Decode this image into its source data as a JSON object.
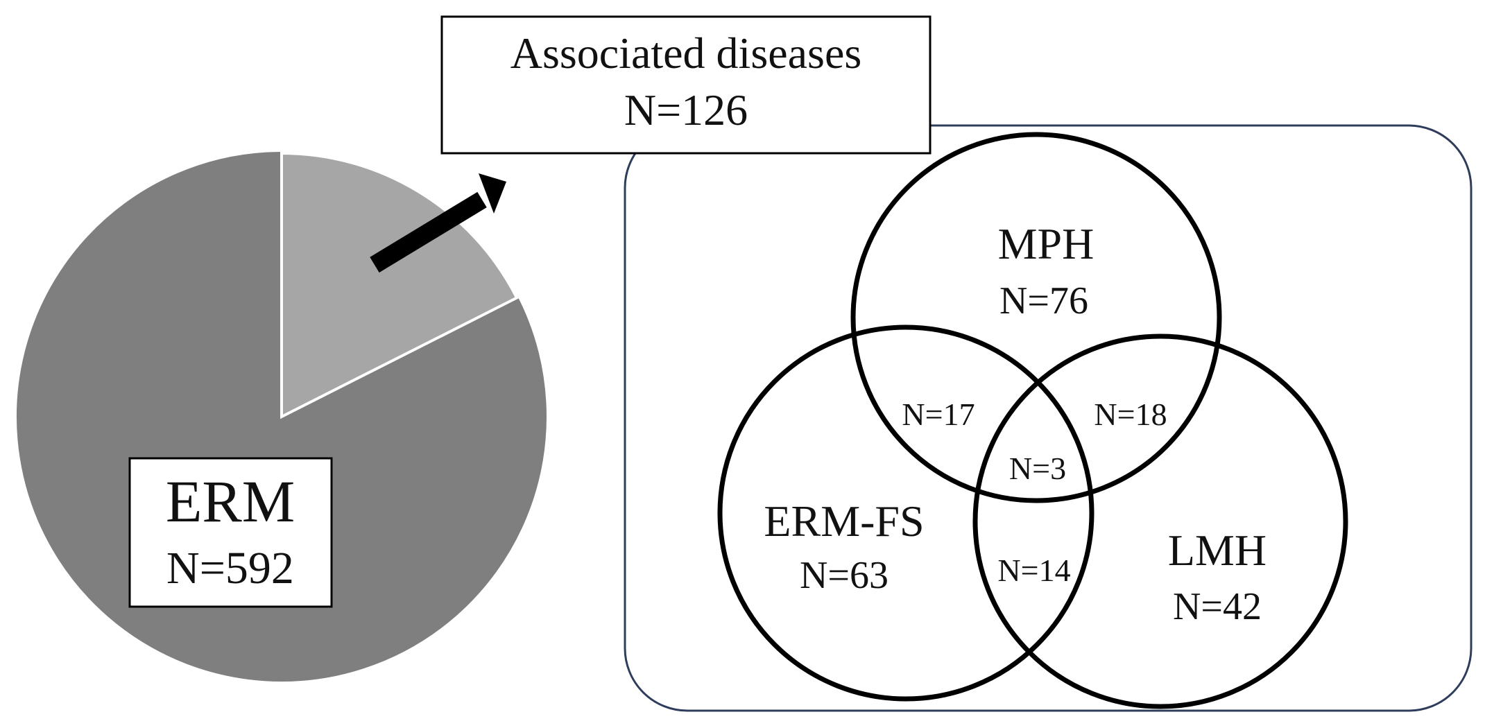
{
  "colors": {
    "pie_main": "#7f7f7f",
    "pie_slice": "#a6a6a6",
    "slice_edge": "#ffffff",
    "arrow": "#000000",
    "panel_border": "#2f3d5c",
    "circle_stroke": "#000000",
    "box_fill": "#ffffff",
    "box_stroke": "#000000"
  },
  "pie": {
    "slices": [
      {
        "name": "ERM",
        "count": 592
      },
      {
        "name": "Associated diseases",
        "count": 126
      }
    ]
  },
  "erm_box": {
    "title": "ERM",
    "count": "N=592"
  },
  "associated_box": {
    "title": "Associated diseases",
    "count": "N=126"
  },
  "venn": {
    "mph": {
      "title": "MPH",
      "count": "N=76"
    },
    "erm_fs": {
      "title": "ERM-FS",
      "count": "N=63"
    },
    "lmh": {
      "title": "LMH",
      "count": "N=42"
    },
    "mph_erm_fs": "N=17",
    "mph_lmh": "N=18",
    "erm_fs_lmh": "N=14",
    "all_three": "N=3"
  }
}
